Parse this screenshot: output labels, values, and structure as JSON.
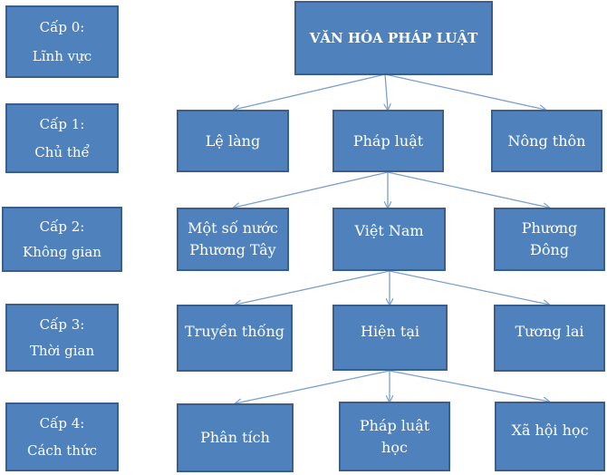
{
  "levels": [
    {
      "title": "Cấp 0:",
      "subtitle": "Lĩnh vực"
    },
    {
      "title": "Cấp 1:",
      "subtitle": "Chủ thể"
    },
    {
      "title": "Cấp 2:",
      "subtitle": "Không gian"
    },
    {
      "title": "Cấp 3:",
      "subtitle": "Thời gian"
    },
    {
      "title": "Cấp 4:",
      "subtitle": "Cách thức"
    }
  ],
  "root": {
    "label": "VĂN HÓA PHÁP LUẬT"
  },
  "level1": [
    {
      "label": "Lệ làng"
    },
    {
      "label": "Pháp luật"
    },
    {
      "label": "Nông thôn"
    }
  ],
  "level2": [
    {
      "line1": "Một số nước",
      "line2": "Phương Tây"
    },
    {
      "line1": "Việt Nam",
      "line2": ""
    },
    {
      "line1": "Phương",
      "line2": "Đông"
    }
  ],
  "level3": [
    {
      "label": "Truyền thống"
    },
    {
      "label": "Hiện tại"
    },
    {
      "label": "Tương lai"
    }
  ],
  "level4": [
    {
      "line1": "Phân tích",
      "line2": ""
    },
    {
      "line1": "Pháp luật",
      "line2": "học"
    },
    {
      "line1": "Xã hội học",
      "line2": ""
    }
  ],
  "colors": {
    "box_fill": "#4f81bd",
    "box_border": "#3a5f8f",
    "arrow": "#7aa0cc"
  }
}
